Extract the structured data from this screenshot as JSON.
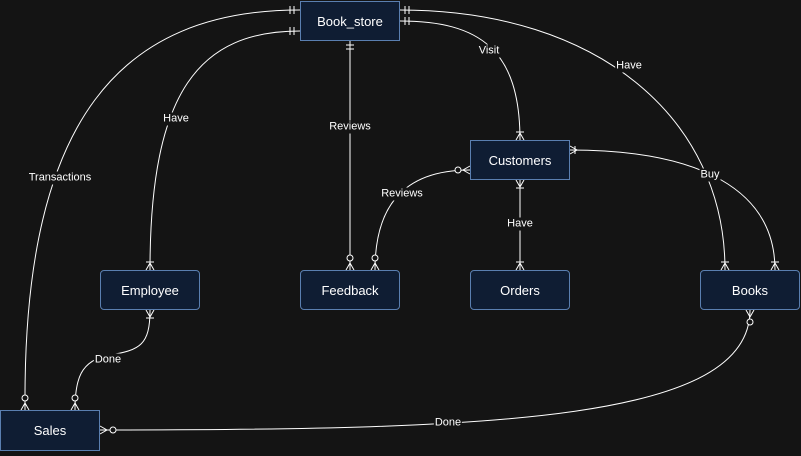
{
  "diagram": {
    "entities": {
      "book_store": "Book_store",
      "customers": "Customers",
      "employee": "Employee",
      "feedback": "Feedback",
      "orders": "Orders",
      "books": "Books",
      "sales": "Sales"
    },
    "relations": {
      "transactions": "Transactions",
      "have_employee": "Have",
      "reviews_store": "Reviews",
      "visit": "Visit",
      "have_books": "Have",
      "reviews_customer": "Reviews",
      "buy": "Buy",
      "have_orders": "Have",
      "done_employee": "Done",
      "done_books": "Done"
    },
    "colors": {
      "background": "#141414",
      "entity_fill": "#0f1d33",
      "entity_border": "#5a7fb0",
      "line": "#ffffff"
    }
  }
}
